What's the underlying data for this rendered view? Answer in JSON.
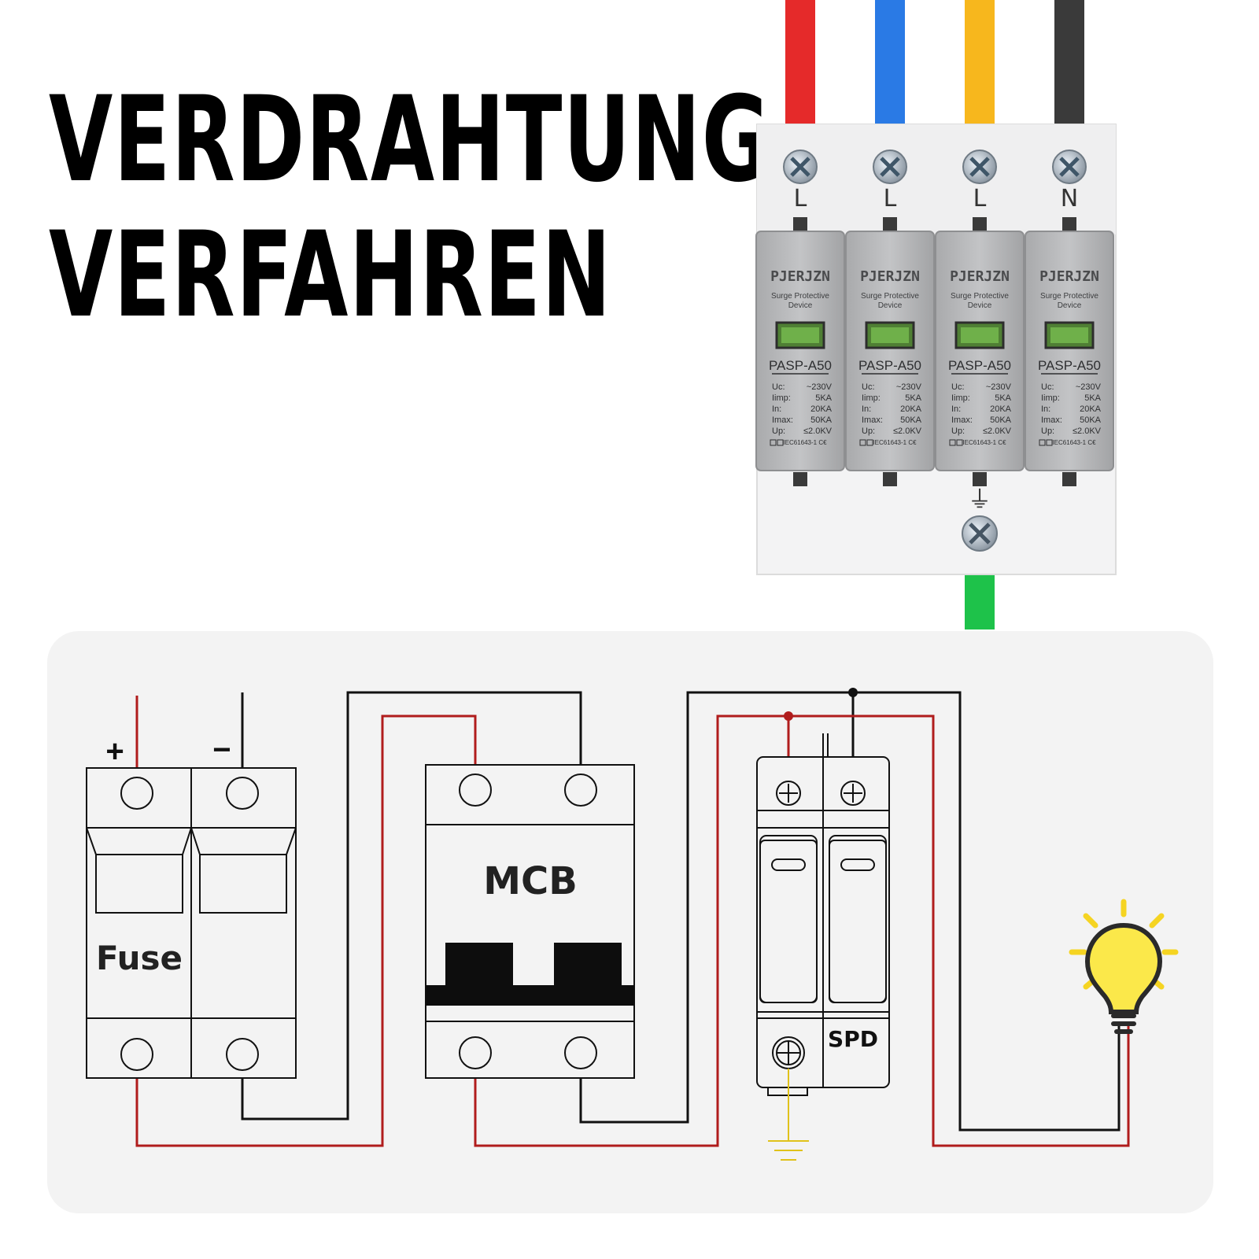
{
  "title": {
    "line1": "VERDRAHTUNG",
    "line2": "VERFAHREN"
  },
  "device": {
    "wire_colors": [
      "#e52a2a",
      "#2a7ae5",
      "#f7b71d",
      "#3a3a3a"
    ],
    "ground_wire_color": "#1ec24a",
    "terminal_labels": [
      "L",
      "L",
      "L",
      "N"
    ],
    "ground_symbol": "⏚",
    "brand": "PJERJZN",
    "product_line1": "Surge Protective",
    "product_line2": "Device",
    "model": "PASP-A50",
    "specs": [
      {
        "key": "Uc:",
        "value": "~230V"
      },
      {
        "key": "Iimp:",
        "value": "5KA"
      },
      {
        "key": "In:",
        "value": "20KA"
      },
      {
        "key": "Imax:",
        "value": "50KA"
      },
      {
        "key": "Up:",
        "value": "≤2.0KV"
      }
    ],
    "standard": "IEC61643-1 C€"
  },
  "diagram": {
    "plus_label": "+",
    "minus_label": "−",
    "fuse_label": "Fuse",
    "mcb_label": "MCB",
    "spd_label": "SPD",
    "positive_wire_color": "#b01c1c",
    "negative_wire_color": "#111111",
    "ground_wire_color": "#e0c21a",
    "bulb_color": "#fbe84a",
    "bulb_ray_color": "#f5d422"
  }
}
